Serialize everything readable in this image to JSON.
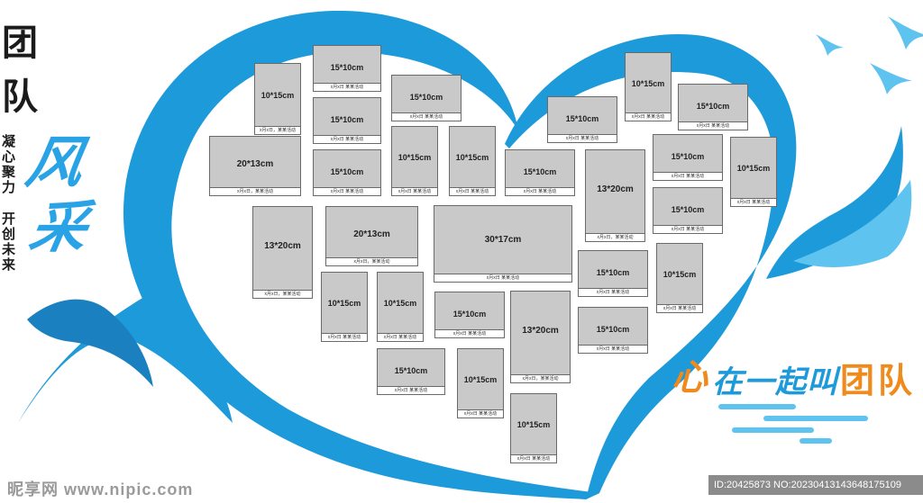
{
  "title_chars": [
    "团",
    "队"
  ],
  "side_text_1": [
    "凝",
    "心",
    "聚",
    "力"
  ],
  "side_text_2": [
    "开",
    "创",
    "未",
    "来"
  ],
  "brush_chars": [
    "风",
    "采"
  ],
  "slogan": {
    "chars": [
      "心",
      "在",
      "一",
      "起",
      "叫",
      "团",
      "队"
    ],
    "colors": [
      "#f08a1c",
      "#1d9ad9",
      "#1d9ad9",
      "#1d9ad9",
      "#1d9ad9",
      "#f08a1c",
      "#f08a1c"
    ]
  },
  "caption_short": "x月x日 某某活动",
  "caption_long": "x月x日，某某活动",
  "frames": [
    {
      "size": "10*15cm",
      "cap": "x月x日，某某活动"
    },
    {
      "size": "15*10cm",
      "cap": "x月x日 某某活动"
    },
    {
      "size": "15*10cm",
      "cap": "x月x日 某某活动"
    },
    {
      "size": "15*10cm",
      "cap": "x月x日 某某活动"
    },
    {
      "size": "20*13cm",
      "cap": "x月x日，某某活动"
    },
    {
      "size": "15*10cm",
      "cap": "x月x日 某某活动"
    },
    {
      "size": "10*15cm",
      "cap": "x月x日 某某活动"
    },
    {
      "size": "10*15cm",
      "cap": "x月x日 某某活动"
    },
    {
      "size": "15*10cm",
      "cap": "x月x日 某某活动"
    },
    {
      "size": "15*10cm",
      "cap": "x月x日 某某活动"
    },
    {
      "size": "10*15cm",
      "cap": "x月x日 某某活动"
    },
    {
      "size": "15*10cm",
      "cap": "x月x日 某某活动"
    },
    {
      "size": "13*20cm",
      "cap": "x月x日，某某活动"
    },
    {
      "size": "15*10cm",
      "cap": "x月x日 某某活动"
    },
    {
      "size": "10*15cm",
      "cap": "x月x日 某某活动"
    },
    {
      "size": "15*10cm",
      "cap": "x月x日 某某活动"
    },
    {
      "size": "13*20cm",
      "cap": "x月x日，某某活动"
    },
    {
      "size": "20*13cm",
      "cap": "x月x日，某某活动"
    },
    {
      "size": "30*17cm",
      "cap": "x月x日 某某活动"
    },
    {
      "size": "15*10cm",
      "cap": "x月x日 某某活动"
    },
    {
      "size": "10*15cm",
      "cap": "x月x日 某某活动"
    },
    {
      "size": "10*15cm",
      "cap": "x月x日 某某活动"
    },
    {
      "size": "10*15cm",
      "cap": "x月x日 某某活动"
    },
    {
      "size": "15*10cm",
      "cap": "x月x日 某某活动"
    },
    {
      "size": "13*20cm",
      "cap": "x月x日，某某活动"
    },
    {
      "size": "15*10cm",
      "cap": "x月x日 某某活动"
    },
    {
      "size": "15*10cm",
      "cap": "x月x日 某某活动"
    },
    {
      "size": "10*15cm",
      "cap": "x月x日 某某活动"
    },
    {
      "size": "10*15cm",
      "cap": "x月x日 某某活动"
    }
  ],
  "watermark_text": "昵享网 www.nipic.com",
  "id_text": "ID:20425873 NO:20230413143648175109",
  "colors": {
    "heart_blue": "#1d9ad9",
    "light_blue": "#5fc3f0",
    "text_dark": "#1b1b1b",
    "orange": "#f08a1c"
  }
}
